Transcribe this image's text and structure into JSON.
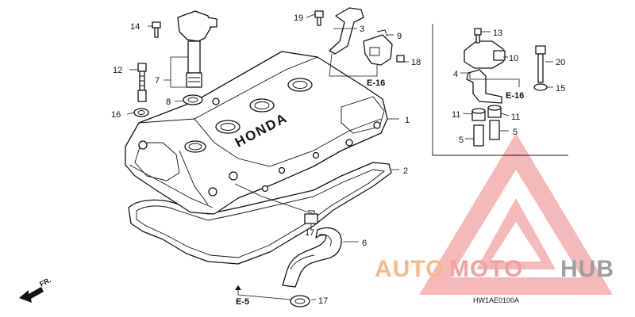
{
  "diagram": {
    "part_labels": [
      {
        "id": "p1",
        "text": "1"
      },
      {
        "id": "p2",
        "text": "2"
      },
      {
        "id": "p3",
        "text": "3"
      },
      {
        "id": "p4",
        "text": "4"
      },
      {
        "id": "p5a",
        "text": "5"
      },
      {
        "id": "p5b",
        "text": "5"
      },
      {
        "id": "p6",
        "text": "6"
      },
      {
        "id": "p7",
        "text": "7"
      },
      {
        "id": "p8",
        "text": "8"
      },
      {
        "id": "p9",
        "text": "9"
      },
      {
        "id": "p10",
        "text": "10"
      },
      {
        "id": "p11a",
        "text": "11"
      },
      {
        "id": "p11b",
        "text": "11"
      },
      {
        "id": "p12",
        "text": "12"
      },
      {
        "id": "p13",
        "text": "13"
      },
      {
        "id": "p14",
        "text": "14"
      },
      {
        "id": "p15",
        "text": "15"
      },
      {
        "id": "p16",
        "text": "16"
      },
      {
        "id": "p17a",
        "text": "17"
      },
      {
        "id": "p17b",
        "text": "17"
      },
      {
        "id": "p18",
        "text": "18"
      },
      {
        "id": "p19",
        "text": "19"
      },
      {
        "id": "p20",
        "text": "20"
      }
    ],
    "ref_labels": {
      "e16_main": "E-16",
      "e16_inset": "E-16",
      "e5": "E-5"
    },
    "cover_brand": "HONDA",
    "front_arrow": "FR.",
    "diagram_code": "HW1AE0100A",
    "watermark": {
      "word_a": "AUTO",
      "word_b": "MOTO",
      "word_c": "HUB",
      "color_a": "#f5b98a",
      "color_b": "#f3a0a0",
      "color_c": "#9e9e9e",
      "triangle_color": "#f08080"
    }
  }
}
